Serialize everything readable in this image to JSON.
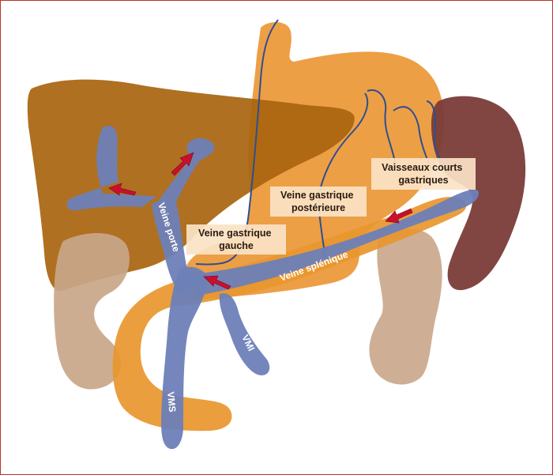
{
  "labels": {
    "veine_gastrique_gauche": [
      "Veine gastrique",
      "gauche"
    ],
    "veine_gastrique_posterieure": [
      "Veine gastrique",
      "postérieure"
    ],
    "vaisseaux_courts_gastriques": [
      "Vaisseaux courts",
      "gastriques"
    ]
  },
  "vessel_labels": {
    "veine_porte": "Veine porte",
    "veine_splenique": "Veine splénique",
    "vmi": "VMI",
    "vms": "VMS"
  },
  "colors": {
    "liver": "#a8640e",
    "stomach": "#ec9a3c",
    "pancreas": "#e8962e",
    "spleen": "#7a3c38",
    "kidney": "#c9a689",
    "vein": "#6d80b8",
    "thin_vein": "#2e4f8f",
    "arrow": "#c8102e",
    "label_box": "#fbe3c6",
    "frame": "#c0302c"
  }
}
